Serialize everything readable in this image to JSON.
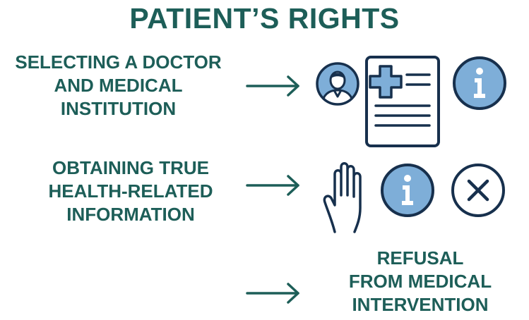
{
  "title": "PATIENT’S RIGHTS",
  "rights": [
    {
      "lines": [
        "SELECTING A DOCTOR",
        "AND MEDICAL",
        "INSTITUTION"
      ]
    },
    {
      "lines": [
        "OBTAINING TRUE",
        "HEALTH-RELATED",
        "INFORMATION"
      ]
    },
    {
      "lines": [
        "REFUSAL",
        "FROM MEDICAL",
        "INTERVENTION"
      ]
    }
  ],
  "colors": {
    "heading_teal": "#1d5e58",
    "icon_navy": "#17304d",
    "icon_fill_blue": "#7eaed8"
  },
  "icons": [
    "avatar-icon",
    "medical-document-icon",
    "info-icon",
    "raised-hand-icon",
    "info-icon",
    "close-icon"
  ]
}
